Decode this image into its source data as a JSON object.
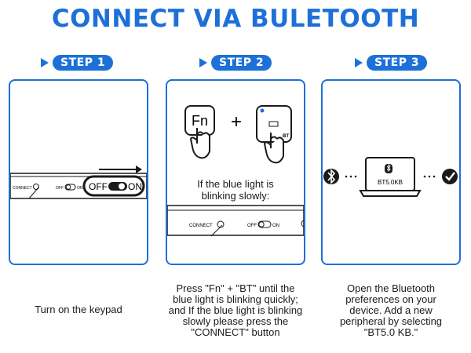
{
  "title": "CONNECT VIA BULETOOTH",
  "steps": [
    {
      "label": "STEP 1",
      "caption": "Turn on the keypad"
    },
    {
      "label": "STEP 2",
      "caption_lines": [
        "Press \"Fn\" + \"BT\" until the",
        "blue light is blinking quickly;",
        "and If the blue light is blinking",
        "slowly please press the",
        "\"CONNECT\" button"
      ]
    },
    {
      "label": "STEP 3",
      "caption_lines": [
        "Open the Bluetooth",
        "preferences on your",
        "device. Add a new",
        "peripheral by selecting",
        "\"BT5.0 KB.\""
      ]
    }
  ],
  "panel1": {
    "connect": "CONNECT",
    "off_small": "OFF",
    "on_small": "ON",
    "off_big": "OFF",
    "on_big": "ON"
  },
  "panel2": {
    "fn_key": "Fn",
    "plus": "+",
    "bt_key": "BT",
    "blink_lines": [
      "If the blue light is",
      "blinking slowly:"
    ],
    "connect": "CONNECT",
    "off": "OFF",
    "on": "ON"
  },
  "panel3": {
    "device_label": "BT5.0KB"
  },
  "colors": {
    "accent": "#1d70d8",
    "dark": "#1a1a1a",
    "blue_led": "#1d70d8"
  }
}
